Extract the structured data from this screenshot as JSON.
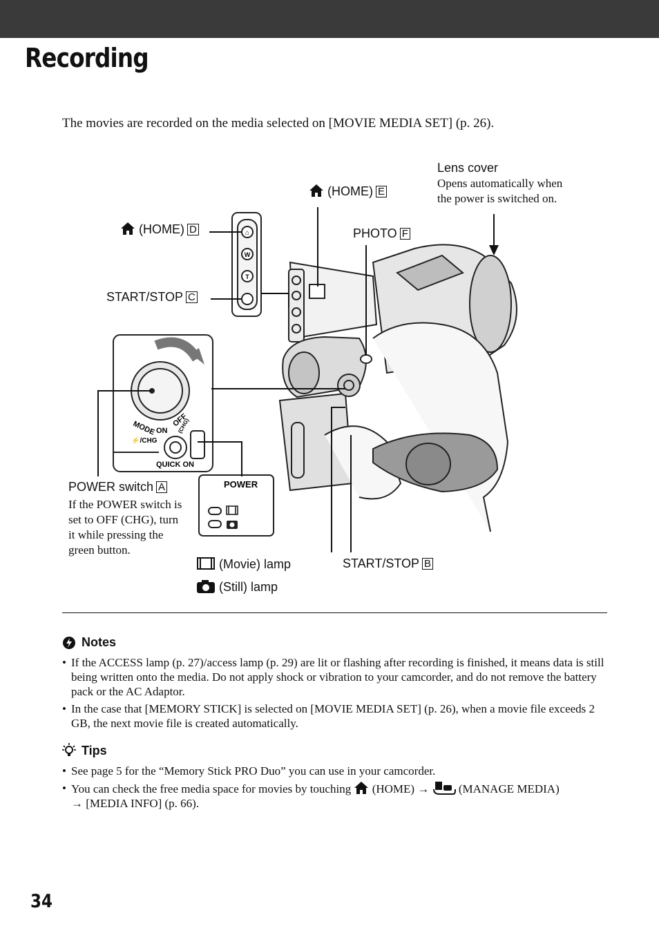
{
  "header": {
    "title": "Recording"
  },
  "intro": "The movies are recorded on the media selected on [MOVIE MEDIA SET] (p. 26).",
  "callouts": {
    "lens_cover_title": "Lens cover",
    "lens_cover_desc_1": "Opens automatically when",
    "lens_cover_desc_2": "the power is switched on.",
    "home_e": "(HOME)",
    "home_e_key": "E",
    "home_d": "(HOME)",
    "home_d_key": "D",
    "photo": "PHOTO",
    "photo_key": "F",
    "start_stop_c": "START/STOP",
    "start_stop_c_key": "C",
    "power_switch": "POWER switch",
    "power_switch_key": "A",
    "power_desc_1": "If the POWER switch is",
    "power_desc_2": "set to OFF (CHG), turn",
    "power_desc_3": "it while pressing the",
    "power_desc_4": "green button.",
    "movie_lamp": "(Movie) lamp",
    "still_lamp": "(Still) lamp",
    "start_stop_b": "START/STOP",
    "start_stop_b_key": "B"
  },
  "diagram_text": {
    "btn_home": "⌂",
    "btn_w": "W",
    "btn_t": "T",
    "dial_mode": "MODE",
    "dial_on": "ON",
    "dial_off": "OFF",
    "dial_chg": "(CHG)",
    "dial_flash": "⚡/CHG",
    "quick_on": "QUICK ON",
    "power_panel": "POWER"
  },
  "notes": {
    "heading": "Notes",
    "items": [
      "If the ACCESS lamp (p. 27)/access lamp (p. 29) are lit or flashing after recording is finished, it means data is still being written onto the media. Do not apply shock or vibration to your camcorder, and do not remove the battery pack or the AC Adaptor.",
      "In the case that [MEMORY STICK] is selected on [MOVIE MEDIA SET] (p. 26), when a movie file exceeds 2 GB, the next movie file is created automatically."
    ]
  },
  "tips": {
    "heading": "Tips",
    "item1": "See page 5 for the “Memory Stick PRO Duo” you can use in your camcorder.",
    "item2_a": "You can check the free media space for movies by touching",
    "item2_b": "(HOME)",
    "item2_c": "(MANAGE MEDIA)",
    "item2_d": "[MEDIA INFO] (p. 66)."
  },
  "footer": {
    "page_number": "34"
  }
}
